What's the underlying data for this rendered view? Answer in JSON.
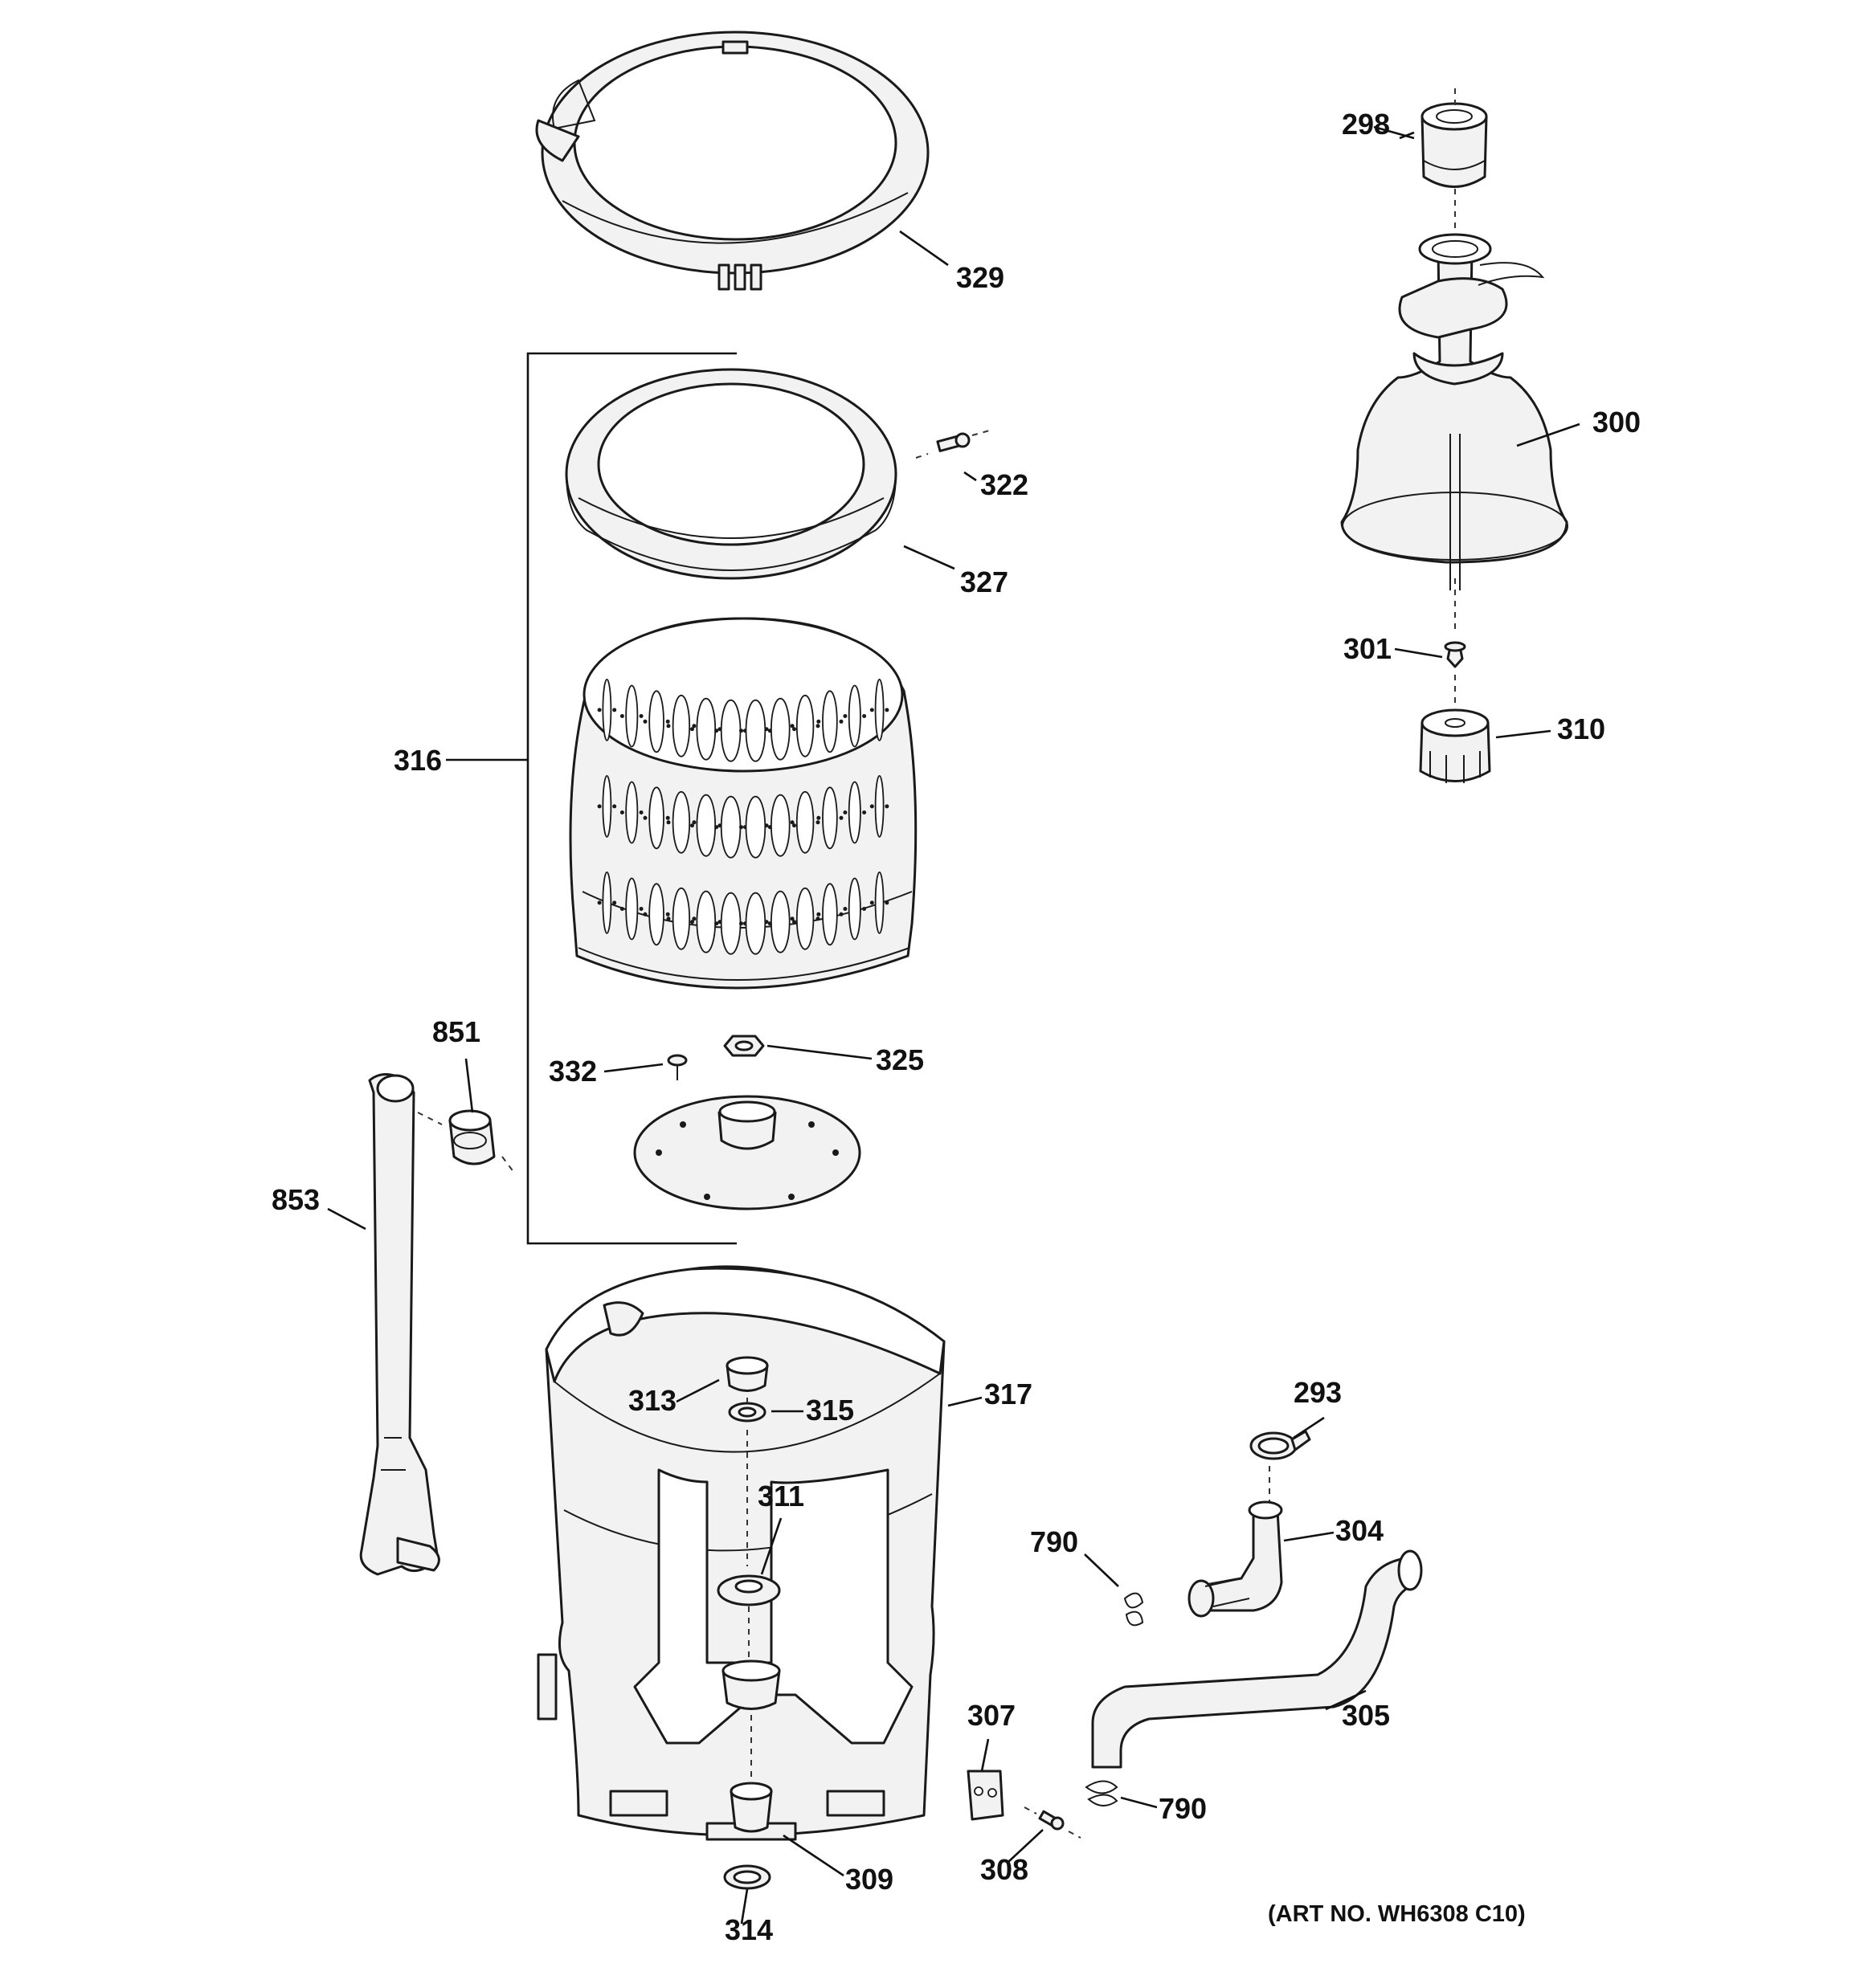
{
  "labels": {
    "l298": "298",
    "l329": "329",
    "l300": "300",
    "l322": "322",
    "l327": "327",
    "l301": "301",
    "l310": "310",
    "l316": "316",
    "l851": "851",
    "l332": "332",
    "l325": "325",
    "l853": "853",
    "l317": "317",
    "l293": "293",
    "l313": "313",
    "l315": "315",
    "l311": "311",
    "l304": "304",
    "l790a": "790",
    "l307": "307",
    "l305": "305",
    "l790b": "790",
    "l309": "309",
    "l308": "308",
    "l314": "314"
  },
  "art_number": "(ART NO. WH6308 C10)"
}
